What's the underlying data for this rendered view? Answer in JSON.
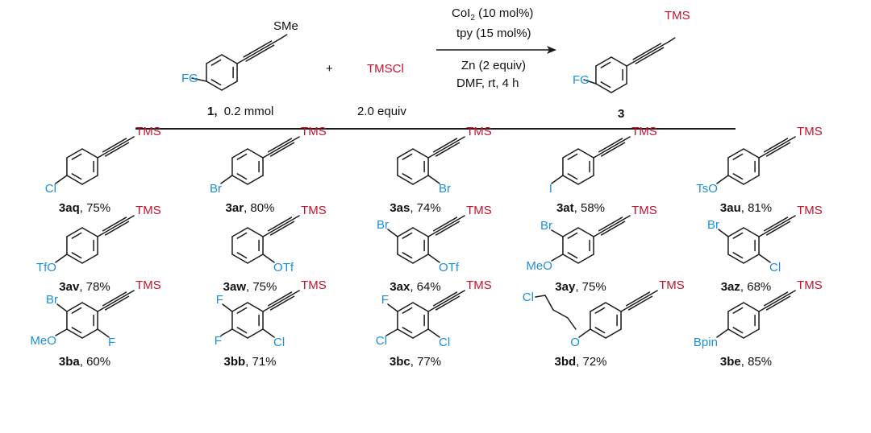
{
  "scheme": {
    "reactant1": {
      "sub": "SMe",
      "fg": "FG",
      "number": "1,",
      "amount": "0.2 mmol"
    },
    "plus": "+",
    "reagent": {
      "name": "TMSCl",
      "equiv": "2.0 equiv"
    },
    "conditions": [
      "CoI2 (10 mol%)",
      "tpy (15 mol%)",
      "Zn (2 equiv)",
      "DMF, rt, 4 h"
    ],
    "product": {
      "sub": "TMS",
      "fg": "FG",
      "number": "3"
    }
  },
  "colors": {
    "fg": "#1a8fe0",
    "tms": "#c8102e",
    "bond": "#1a1a1a"
  },
  "compounds": [
    {
      "id": "3aq",
      "yield": "75%",
      "subs": [
        {
          "pos": 4,
          "text": "Cl"
        }
      ]
    },
    {
      "id": "3ar",
      "yield": "80%",
      "subs": [
        {
          "pos": 4,
          "text": "Br"
        }
      ]
    },
    {
      "id": "3as",
      "yield": "74%",
      "subs": [
        {
          "pos": 2,
          "text": "Br"
        }
      ]
    },
    {
      "id": "3at",
      "yield": "58%",
      "subs": [
        {
          "pos": 4,
          "text": "I"
        }
      ]
    },
    {
      "id": "3au",
      "yield": "81%",
      "subs": [
        {
          "pos": 4,
          "text": "TsO"
        }
      ]
    },
    {
      "id": "3av",
      "yield": "78%",
      "subs": [
        {
          "pos": 4,
          "text": "TfO"
        }
      ]
    },
    {
      "id": "3aw",
      "yield": "75%",
      "subs": [
        {
          "pos": 2,
          "text": "OTf"
        }
      ]
    },
    {
      "id": "3ax",
      "yield": "64%",
      "subs": [
        {
          "pos": 5,
          "text": "Br"
        },
        {
          "pos": 2,
          "text": "OTf"
        }
      ]
    },
    {
      "id": "3ay",
      "yield": "75%",
      "subs": [
        {
          "pos": 3,
          "text": "Br"
        },
        {
          "pos": 4,
          "text": "MeO"
        }
      ]
    },
    {
      "id": "3az",
      "yield": "68%",
      "subs": [
        {
          "pos": 5,
          "text": "Br"
        },
        {
          "pos": 2,
          "text": "Cl"
        }
      ]
    },
    {
      "id": "3ba",
      "yield": "60%",
      "subs": [
        {
          "pos": 5,
          "text": "Br"
        },
        {
          "pos": 4,
          "text": "MeO"
        },
        {
          "pos": 2,
          "text": "F"
        }
      ]
    },
    {
      "id": "3bb",
      "yield": "71%",
      "subs": [
        {
          "pos": 5,
          "text": "F"
        },
        {
          "pos": 4,
          "text": "F"
        },
        {
          "pos": 2,
          "text": "Cl"
        }
      ]
    },
    {
      "id": "3bc",
      "yield": "77%",
      "subs": [
        {
          "pos": 5,
          "text": "F"
        },
        {
          "pos": 4,
          "text": "Cl"
        },
        {
          "pos": 2,
          "text": "Cl"
        }
      ]
    },
    {
      "id": "3bd",
      "yield": "72%",
      "subs": [
        {
          "pos": 4,
          "text": "O"
        }
      ],
      "chain": "Cl"
    },
    {
      "id": "3be",
      "yield": "85%",
      "subs": [
        {
          "pos": 4,
          "text": "Bpin"
        }
      ]
    }
  ],
  "tms": "TMS"
}
